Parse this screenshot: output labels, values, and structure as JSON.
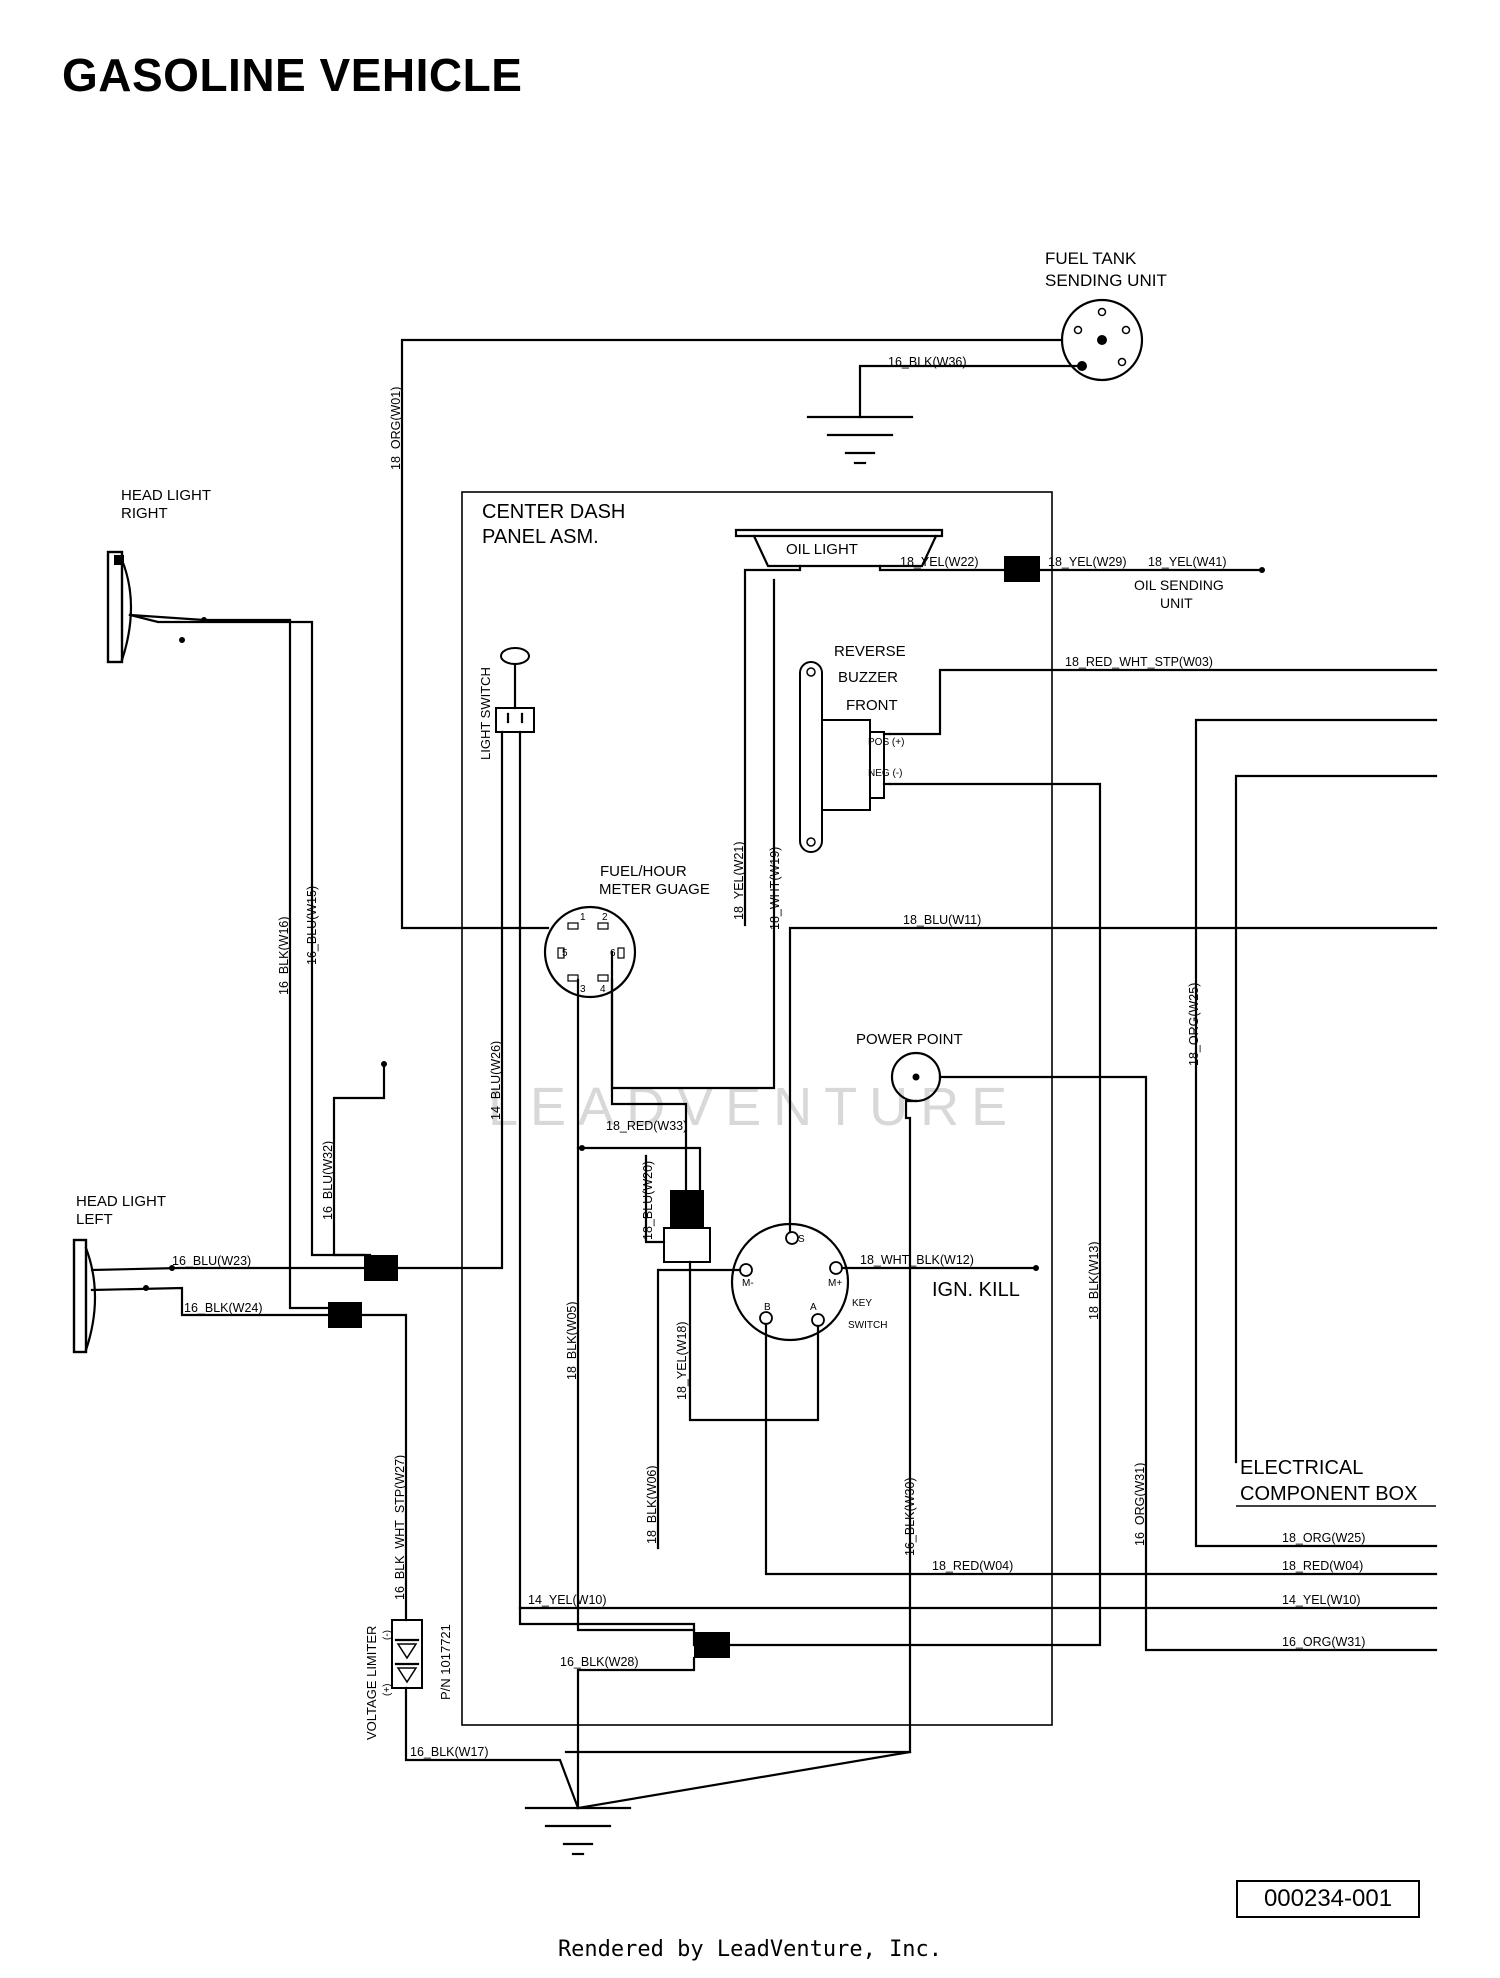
{
  "title": "GASOLINE VEHICLE",
  "watermark": "LEADVENTURE",
  "document_number": "000234-001",
  "footer": "Rendered by LeadVenture, Inc.",
  "components": {
    "fuel_tank_line1": "FUEL TANK",
    "fuel_tank_line2": "SENDING UNIT",
    "head_light_right_line1": "HEAD LIGHT",
    "head_light_right_line2": "RIGHT",
    "head_light_left_line1": "HEAD LIGHT",
    "head_light_left_line2": "LEFT",
    "center_dash_line1": "CENTER DASH",
    "center_dash_line2": "PANEL ASM.",
    "oil_light": "OIL LIGHT",
    "oil_sending_line1": "OIL SENDING",
    "oil_sending_line2": "UNIT",
    "reverse_buzzer_line1": "REVERSE",
    "reverse_buzzer_line2": "BUZZER",
    "reverse_buzzer_line3": "FRONT",
    "pos": "POS (+)",
    "neg": "NEG (-)",
    "light_switch": "LIGHT SWITCH",
    "fuel_meter_line1": "FUEL/HOUR",
    "fuel_meter_line2": "METER GUAGE",
    "power_point": "POWER POINT",
    "ign_kill": "IGN. KILL",
    "key_line1": "KEY",
    "key_line2": "SWITCH",
    "electrical_box_line1": "ELECTRICAL",
    "electrical_box_line2": "COMPONENT BOX",
    "voltage_limiter": "VOLTAGE LIMITER",
    "part_number": "P/N 1017721",
    "polarity_pos": "(+)",
    "polarity_neg": "(-)"
  },
  "pins": {
    "meter": [
      "1",
      "2",
      "5",
      "6",
      "3",
      "4"
    ],
    "key": [
      "S",
      "M-",
      "M+",
      "B",
      "A"
    ]
  },
  "wires": {
    "w01": "18_ORG(W01)",
    "w36": "16_BLK(W36)",
    "w22": "18_YEL(W22)",
    "w29": "18_YEL(W29)",
    "w41": "18_YEL(W41)",
    "w03": "18_RED_WHT_STP(W03)",
    "w16": "16_BLK(W16)",
    "w15": "16_BLU(W15)",
    "w19": "18_WHT(W19)",
    "w21": "18_YEL(W21)",
    "w11": "18_BLU(W11)",
    "w25v": "18_ORG(W25)",
    "w26": "14_BLU(W26)",
    "w32": "16_BLU(W32)",
    "w33": "18_RED(W33)",
    "w20": "18_BLU(W20)",
    "w23": "16_BLU(W23)",
    "w24": "16_BLK(W24)",
    "w12": "18_WHT_BLK(W12)",
    "w13": "18_BLK(W13)",
    "w05": "18_BLK(W05)",
    "w18": "18_YEL(W18)",
    "w27": "16_BLK_WHT_STP(W27)",
    "w06": "18_BLK(W06)",
    "w30": "16_BLK(W30)",
    "w31v": "16_ORG(W31)",
    "w25h": "18_ORG(W25)",
    "w04a": "18_RED(W04)",
    "w04b": "18_RED(W04)",
    "w10a": "14_YEL(W10)",
    "w10b": "14_YEL(W10)",
    "w31h": "16_ORG(W31)",
    "w28": "16_BLK(W28)",
    "w17": "16_BLK(W17)"
  }
}
